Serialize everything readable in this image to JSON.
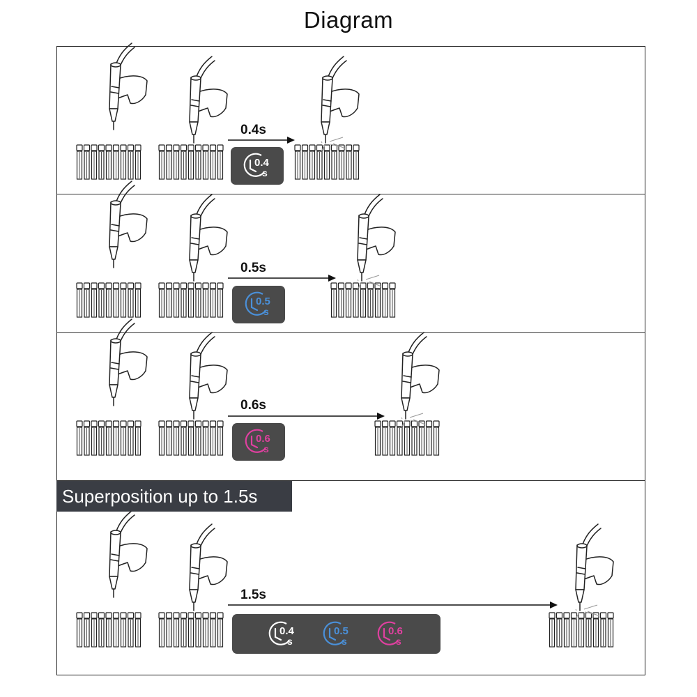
{
  "title": "Diagram",
  "rows": [
    {
      "duration": "0.4s",
      "badges": [
        {
          "value": "0.4",
          "unit": "s",
          "color": "#ffffff"
        }
      ]
    },
    {
      "duration": "0.5s",
      "badges": [
        {
          "value": "0.5",
          "unit": "s",
          "color": "#4a90d9"
        }
      ]
    },
    {
      "duration": "0.6s",
      "badges": [
        {
          "value": "0.6",
          "unit": "s",
          "color": "#e040a0"
        }
      ]
    },
    {
      "duration": "1.5s",
      "badges": [
        {
          "value": "0.4",
          "unit": "s",
          "color": "#ffffff"
        },
        {
          "value": "0.5",
          "unit": "s",
          "color": "#4a90d9"
        },
        {
          "value": "0.6",
          "unit": "s",
          "color": "#e040a0"
        }
      ]
    }
  ],
  "superposition_label": "Superposition up to 1.5s",
  "colors": {
    "badge_bg": "#4a4a4a",
    "banner_bg": "#3a3d44"
  }
}
